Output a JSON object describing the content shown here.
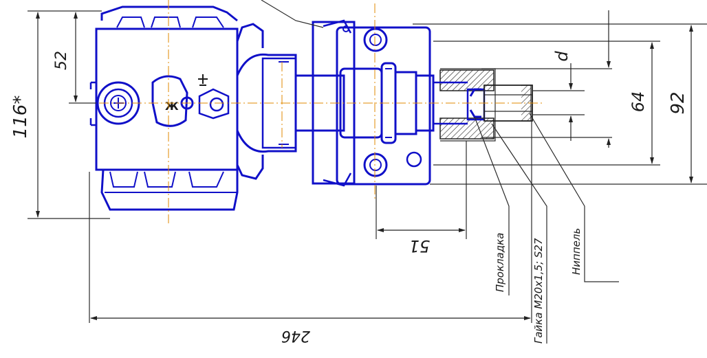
{
  "colors": {
    "body_outline": "#1010c8",
    "center_line": "#e08a00",
    "dimension": "#222222",
    "background": "#ffffff"
  },
  "dimensions": {
    "d116": "116*",
    "d52": "52",
    "d64": "64",
    "d92": "92",
    "d51": "51",
    "d246": "246",
    "d_symbol": "d"
  },
  "callouts": {
    "gasket": "Прокладка",
    "nut": "Гайка M20x1,5; S27",
    "nipple": "Ниппель"
  },
  "symbols": {
    "ground": "ground-symbol",
    "arrow_label": "Ж"
  }
}
